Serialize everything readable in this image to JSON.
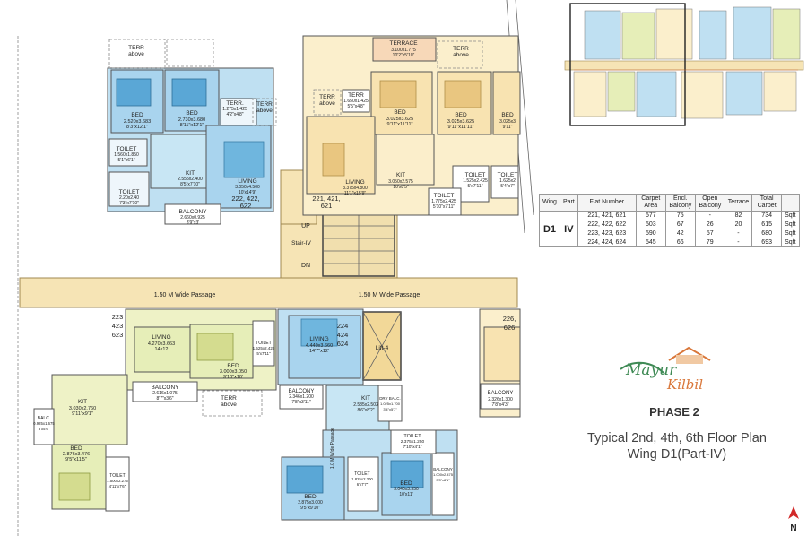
{
  "plan": {
    "rooms": [
      {
        "id": "r1",
        "name": "BED",
        "dims": "2.520x3.683",
        "imperial": "8'3\"x12'1\""
      },
      {
        "id": "r2",
        "name": "BED",
        "dims": "2.730x3.680",
        "imperial": "8'11\"x12'1\""
      },
      {
        "id": "r3",
        "name": "TERR.",
        "dims": "1.275x1.425",
        "imperial": "4'2\"x4'8\""
      },
      {
        "id": "r4",
        "name": "TOILET",
        "dims": "1.560x1.850",
        "imperial": "5'1\"x6'1\""
      },
      {
        "id": "r5",
        "name": "KIT",
        "dims": "2.555x2.400",
        "imperial": "8'5\"x7'10\""
      },
      {
        "id": "r6",
        "name": "LIVING",
        "dims": "3.050x4.500",
        "imperial": "10'x14'9\""
      },
      {
        "id": "r7",
        "name": "TOILET",
        "dims": "2.20x2.40",
        "imperial": "7'3\"x7'10\""
      },
      {
        "id": "r8",
        "name": "BALCONY",
        "dims": "2.660x0.925",
        "imperial": "8'9\"x3'"
      },
      {
        "id": "r9",
        "name": "TERRACE",
        "dims": "3.100x1.775",
        "imperial": "10'2\"x5'10\""
      },
      {
        "id": "r10",
        "name": "TERR",
        "dims": "1.650x1.425",
        "imperial": "5'5\"x4'8\""
      },
      {
        "id": "r11",
        "name": "BED",
        "dims": "3.025x3.625",
        "imperial": "9'11\"x11'11\""
      },
      {
        "id": "r12",
        "name": "BED",
        "dims": "3.025x3.625",
        "imperial": "9'11\"x11'11\""
      },
      {
        "id": "r13",
        "name": "BED",
        "dims": "3.025x3",
        "imperial": "9'11\""
      },
      {
        "id": "r14",
        "name": "LIVING",
        "dims": "3.375x4.800",
        "imperial": "11'1\"x15'9\""
      },
      {
        "id": "r15",
        "name": "KIT",
        "dims": "3.050x2.575",
        "imperial": "10'x8'5\""
      },
      {
        "id": "r16",
        "name": "TOILET",
        "dims": "1.525x2.425",
        "imperial": "5'x7'11\""
      },
      {
        "id": "r17",
        "name": "TOILET",
        "dims": "1.625x2",
        "imperial": "5'4\"x7\""
      },
      {
        "id": "r18",
        "name": "TOILET",
        "dims": "1.775x2.425",
        "imperial": "5'10\"x7'11\""
      },
      {
        "id": "r19",
        "name": "LIVING",
        "dims": "4.270x3.663",
        "imperial": "14x12"
      },
      {
        "id": "r20",
        "name": "BED",
        "dims": "3.000x3.050",
        "imperial": "9'10\"x10'"
      },
      {
        "id": "r21",
        "name": "TOILET",
        "dims": "1.525x2.425",
        "imperial": "5'x7'11\""
      },
      {
        "id": "r22",
        "name": "BALCONY",
        "dims": "2.616x1.075",
        "imperial": "8'7\"x3'6\""
      },
      {
        "id": "r23",
        "name": "KIT",
        "dims": "3.030x2.760",
        "imperial": "9'11\"x9'1\""
      },
      {
        "id": "r24",
        "name": "BALC.",
        "dims": "0.925x1.675",
        "imperial": "3'x5'6\""
      },
      {
        "id": "r25",
        "name": "BED",
        "dims": "2.876x3.476",
        "imperial": "9'5\"x11'5\""
      },
      {
        "id": "r26",
        "name": "TOILET",
        "dims": "1.500x2.275",
        "imperial": "4'11\"x7'6\""
      },
      {
        "id": "r27",
        "name": "LIVING",
        "dims": "4.440x3.660",
        "imperial": "14'7\"x12'"
      },
      {
        "id": "r28",
        "name": "BALCONY",
        "dims": "2.346x1.200",
        "imperial": "7'8\"x3'11\""
      },
      {
        "id": "r29",
        "name": "KIT",
        "dims": "2.585x2.503",
        "imperial": "8'6\"x8'2\""
      },
      {
        "id": "r30",
        "name": "DRY BALC.",
        "dims": "1.025x1.700",
        "imperial": "3'4\"x5'7\""
      },
      {
        "id": "r31",
        "name": "TOILET",
        "dims": "2.375x1.250",
        "imperial": "7'10\"x4'1\""
      },
      {
        "id": "r32",
        "name": "BED",
        "dims": "2.875x3.000",
        "imperial": "9'5\"x9'10\""
      },
      {
        "id": "r33",
        "name": "TOILET",
        "dims": "1.825x2.300",
        "imperial": "6'x7'7\""
      },
      {
        "id": "r34",
        "name": "BED",
        "dims": "3.040x3.350",
        "imperial": "10'x11'"
      },
      {
        "id": "r35",
        "name": "BALCONY",
        "dims": "1.000x2.475",
        "imperial": "3'3\"x8'1\""
      },
      {
        "id": "r36",
        "name": "BALCONY",
        "dims": "2.326x1.300",
        "imperial": "7'8\"x4'3\""
      }
    ],
    "terr_above": [
      "TERR",
      "above"
    ],
    "terr_above_2": [
      "TERR",
      "above"
    ],
    "terrace_above_1": [
      "TERR",
      "above"
    ],
    "terrace_above_2": [
      "TERR",
      "above"
    ],
    "terrace_above_3": [
      "TERR",
      "above"
    ],
    "unit_numbers": {
      "u1": [
        "222, 422,",
        "622"
      ],
      "u2": [
        "221, 421,",
        "621"
      ],
      "u3": [
        "223",
        "423",
        "623"
      ],
      "u4": [
        "224",
        "424",
        "624"
      ],
      "u5": [
        "226,",
        "626"
      ]
    },
    "stair": {
      "up": "UP",
      "name": "Stair-IV",
      "down": "DN"
    },
    "lift": "Lift-4",
    "passage_left": "1.50 M Wide Passage",
    "passage_right": "1.50 M Wide Passage",
    "passage_vertical": "1.0 M Wide Passage"
  },
  "table": {
    "headers": [
      "Wing",
      "Part",
      "Flat Number",
      "Carpet Area",
      "Encl. Balcony",
      "Open Balcony",
      "Terrace",
      "Total Carpet",
      ""
    ],
    "wing": "D1",
    "part": "IV",
    "rows": [
      [
        "221, 421, 621",
        "577",
        "75",
        "-",
        "82",
        "734",
        "Sqft"
      ],
      [
        "222, 422, 622",
        "503",
        "67",
        "26",
        "20",
        "615",
        "Sqft"
      ],
      [
        "223, 423, 623",
        "590",
        "42",
        "57",
        "-",
        "680",
        "Sqft"
      ],
      [
        "224, 424, 624",
        "545",
        "66",
        "79",
        "-",
        "693",
        "Sqft"
      ]
    ]
  },
  "brand": {
    "line1": "Mayur",
    "line2": "Kilbil"
  },
  "phase": "PHASE 2",
  "caption": {
    "line1": "Typical 2nd, 4th, 6th  Floor Plan",
    "line2": "Wing D1(Part-IV)"
  },
  "north_label": "N",
  "colors": {
    "blue": "#a9d4ee",
    "cream": "#f8e8bf",
    "green": "#e6eeb8",
    "passage": "#f6e4b5",
    "accent_green": "#3f8a55",
    "accent_orange": "#d9773a"
  }
}
